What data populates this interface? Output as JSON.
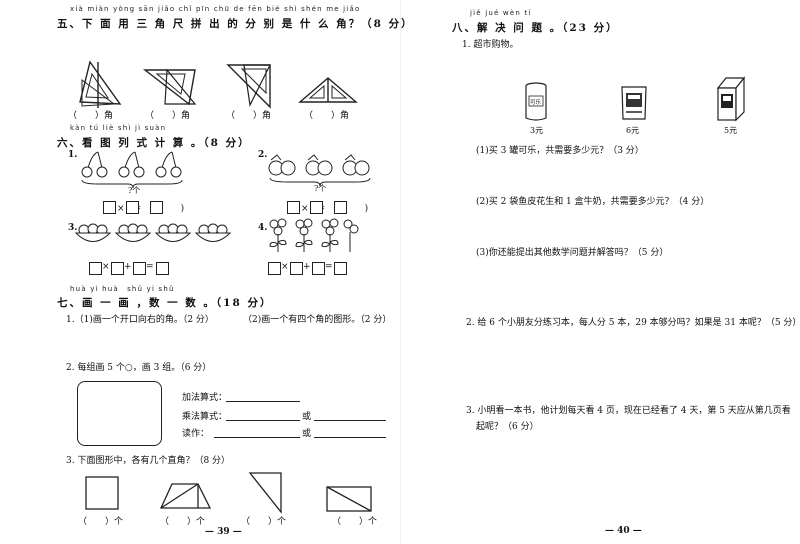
{
  "left": {
    "s5": {
      "pinyin": "xià miàn yòng sān jiǎo chǐ pīn chū de fēn bié shì shén me jiǎo",
      "heading": "五、下 面 用 三 角 尺 拼 出 的 分 别 是 什 么 角？（8 分）",
      "answers": [
        "（　　）角",
        "（　　）角",
        "（　　）角",
        "（　　）角"
      ]
    },
    "s6": {
      "pinyin": "kàn tú liè shì jì suàn",
      "heading": "六、看 图 列 式 计 算 。（8 分）",
      "p1": {
        "num": "1.",
        "q": "?个",
        "eq": "×　=　(　　　)"
      },
      "p2": {
        "num": "2.",
        "q": "?个",
        "eq": "×　=　(　　　)"
      },
      "p3": {
        "num": "3."
      },
      "p4": {
        "num": "4."
      }
    },
    "s7": {
      "pinyin": "huà yi huà　shǔ yi shǔ",
      "heading": "七、画 一 画 ，数 一 数 。（18 分）",
      "q1a": "1.（1)画一个开口向右的角。（2 分）",
      "q1b": "（2)画一个有四个角的图形。（2 分）",
      "q2": "2. 每组画 5 个○，画 3 组。（6 分）",
      "add": "加法算式：",
      "mul": "乘法算式：",
      "read": "读作：",
      "or": "或",
      "q3": "3. 下面图形中，各有几个直角？（8 分）",
      "units": [
        "（　　）个",
        "（　　）个",
        "（　　）个",
        "（　　）个"
      ]
    },
    "page": "— 39 —"
  },
  "right": {
    "s8": {
      "pinyin": "jiě jué wèn tí",
      "heading": "八、解 决 问 题 。（23 分）",
      "q1": "1. 超市购物。",
      "cola_label": "可乐",
      "prices": [
        "3元",
        "6元",
        "5元"
      ],
      "q1_1": "(1)买 3 罐可乐，共需要多少元？（3 分）",
      "q1_2": "(2)买 2 袋鱼皮花生和 1 盒牛奶，共需要多少元？（4 分）",
      "q1_3": "(3)你还能提出其他数学问题并解答吗？（5 分）",
      "q2": "2. 给 6 个小朋友分练习本，每人分 5 本，29 本够分吗？如果是 31 本呢？（5 分）",
      "q3a": "3. 小明看一本书，他计划每天看 4 页，现在已经看了 4 天，第 5 天应从第几页看",
      "q3b": "起呢？（6 分）"
    },
    "page": "— 40 —"
  }
}
